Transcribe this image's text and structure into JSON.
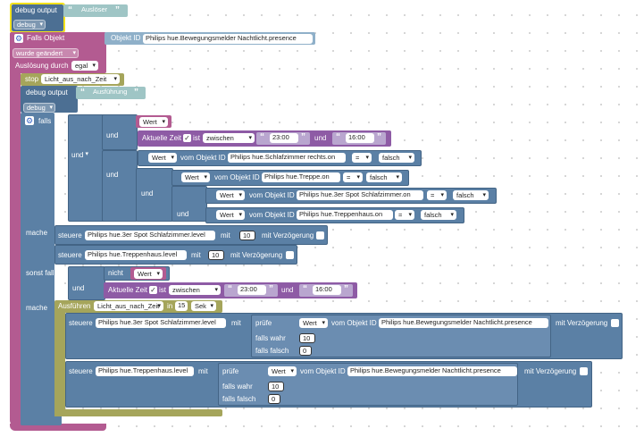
{
  "debug1": {
    "label": "debug output",
    "text": "Auslöser",
    "level": "debug"
  },
  "trigger": {
    "header": "Falls Objekt",
    "id_label": "Objekt ID",
    "object": "Philips hue.Bewegungsmelder Nachtlicht.presence",
    "condition": "wurde geändert",
    "cause_label": "Auslösung durch",
    "cause": "egal"
  },
  "stop": {
    "label": "stop",
    "timer": "Licht_aus_nach_Zeit"
  },
  "debug2": {
    "label": "debug output",
    "text": "Ausführung",
    "level": "debug"
  },
  "if_block": {
    "falls_label": "falls",
    "and_label": "und",
    "wert": "Wert",
    "time_label": "Aktuelle Zeit",
    "ist_label": "ist",
    "between": "zwischen",
    "time_from": "23:00",
    "und_label": "und",
    "time_to": "16:00",
    "obj_label": "vom Objekt ID",
    "obj1": "Philips hue.Schlafzimmer rechts.on",
    "eq": "=",
    "false_val": "falsch",
    "obj2": "Philips hue.Treppe.on",
    "obj3": "Philips hue.3er Spot Schlafzimmer.on",
    "obj4": "Philips hue.Treppenhaus.on"
  },
  "do1": {
    "mache_label": "mache",
    "steuere_label": "steuere",
    "mit_label": "mit",
    "delay_label": "mit Verzögerung",
    "target1": "Philips hue.3er Spot Schlafzimmer.level",
    "value1": "10",
    "target2": "Philips hue.Treppenhaus.level",
    "value2": "10"
  },
  "elseif": {
    "label": "sonst falls",
    "not_label": "nicht",
    "wert": "Wert",
    "and_label": "und",
    "time_label": "Aktuelle Zeit",
    "ist_label": "ist",
    "between": "zwischen",
    "time_from": "23:00",
    "und_label": "und",
    "time_to": "16:00"
  },
  "do2": {
    "mache_label": "mache",
    "exec_label": "Ausführen",
    "timer": "Licht_aus_nach_Zeit",
    "in_label": "in",
    "delay": "15",
    "unit": "Sek",
    "steuere_label": "steuere",
    "mit_label": "mit",
    "delay_label": "mit Verzögerung",
    "pruefe_label": "prüfe",
    "wert": "Wert",
    "obj_label": "vom Objekt ID",
    "object": "Philips hue.Bewegungsmelder Nachtlicht.presence",
    "true_label": "falls wahr",
    "false_label": "falls falsch",
    "target1": "Philips hue.3er Spot Schlafzimmer.level",
    "target2": "Philips hue.Treppenhaus.level",
    "true_val": "10",
    "false_val": "0"
  },
  "icons": {
    "gear": "gear-icon",
    "quote": "quote-icon",
    "dropdown": "chevron-down-icon",
    "checkbox": "checkbox-icon"
  },
  "colors": {
    "blue": "#5b80a5",
    "magenta": "#b35b91",
    "olive": "#a5a55b",
    "purple": "#8e5ba5",
    "highlight": "#f2e11a"
  }
}
